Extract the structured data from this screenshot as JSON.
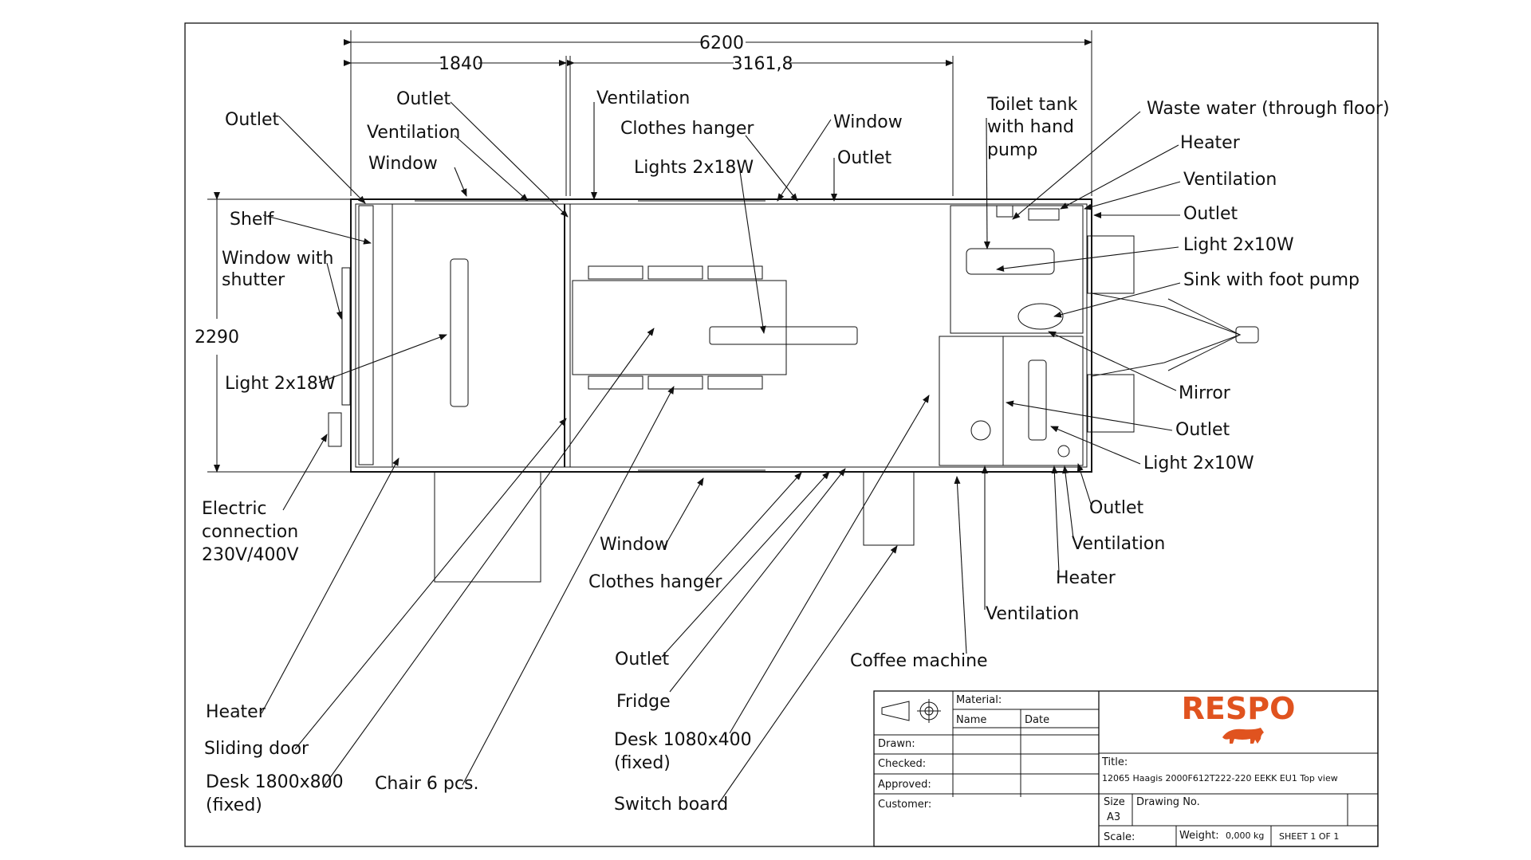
{
  "dimensions": {
    "overall_length": "6200",
    "left_section": "1840",
    "middle_section": "3161,8",
    "width": "2290"
  },
  "labels": {
    "outlet_left": "Outlet",
    "outlet_top1": "Outlet",
    "ventilation_top1": "Ventilation",
    "window_top1": "Window",
    "shelf": "Shelf",
    "window_shutter_1": "Window with",
    "window_shutter_2": "shutter",
    "light_2x18_left": "Light 2x18W",
    "electric_1": "Electric",
    "electric_2": "connection",
    "electric_3": "230V/400V",
    "ventilation_top2": "Ventilation",
    "clothes_hanger_top": "Clothes hanger",
    "lights_2x18": "Lights 2x18W",
    "window_top2": "Window",
    "outlet_top2": "Outlet",
    "toilet_1": "Toilet tank",
    "toilet_2": "with hand",
    "toilet_3": "pump",
    "waste_water": "Waste water (through floor)",
    "heater_right_top": "Heater",
    "ventilation_right_top": "Ventilation",
    "outlet_right_top": "Outlet",
    "light_2x10_top": "Light 2x10W",
    "sink": "Sink with foot pump",
    "mirror": "Mirror",
    "outlet_right_mid": "Outlet",
    "light_2x10_bottom": "Light 2x10W",
    "outlet_right_bottom": "Outlet",
    "ventilation_right_bottom": "Ventilation",
    "heater_right_bottom": "Heater",
    "ventilation_bottom": "Ventilation",
    "coffee_machine": "Coffee machine",
    "window_bottom": "Window",
    "clothes_hanger_bottom": "Clothes hanger",
    "outlet_bottom": "Outlet",
    "fridge": "Fridge",
    "desk_small_1": "Desk 1080x400",
    "desk_small_2": "(fixed)",
    "switch_board": "Switch board",
    "heater_bottom": "Heater",
    "sliding_door": "Sliding door",
    "desk_large_1": "Desk 1800x800",
    "desk_large_2": "(fixed)",
    "chair": "Chair 6 pcs."
  },
  "title_block": {
    "material": "Material:",
    "name": "Name",
    "date": "Date",
    "drawn": "Drawn:",
    "checked": "Checked:",
    "approved": "Approved:",
    "customer": "Customer:",
    "logo": "RESPO",
    "title_label": "Title:",
    "title_value": "12065 Haagis 2000F612T222-220 EEKK EU1 Top view",
    "size_label": "Size",
    "size_value": "A3",
    "drawing_no": "Drawing No.",
    "scale": "Scale:",
    "weight": "Weight:",
    "weight_value": "0,000 kg",
    "sheet": "SHEET 1 OF 1"
  },
  "colors": {
    "brand": "#e0531f",
    "ink": "#111111"
  }
}
